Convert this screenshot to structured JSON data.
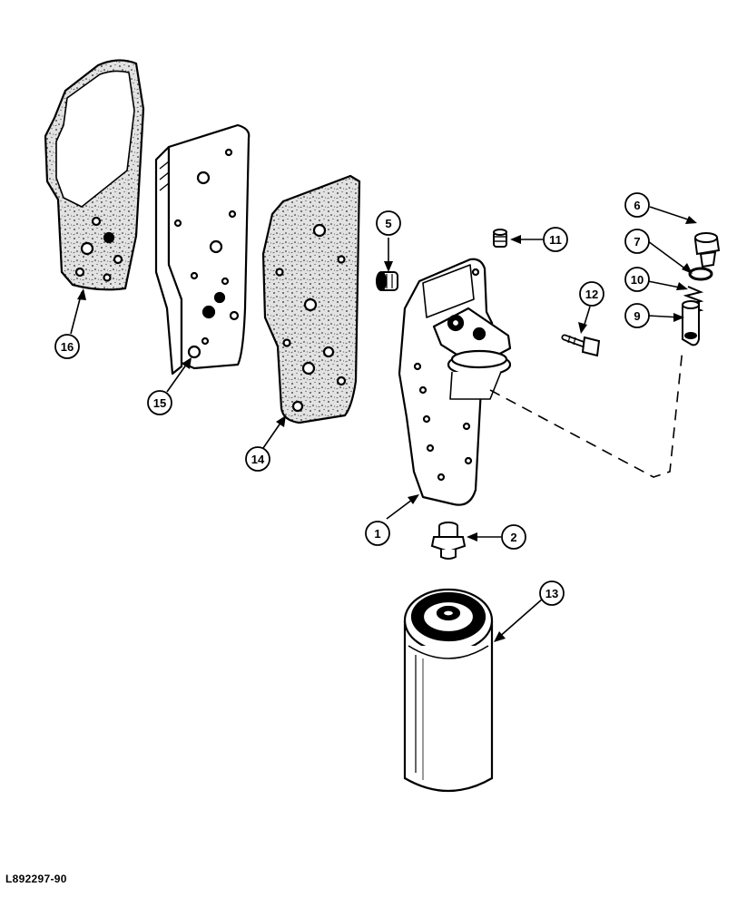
{
  "figure_id": "L892297-90",
  "callouts": [
    "1",
    "2",
    "5",
    "6",
    "7",
    "9",
    "10",
    "11",
    "12",
    "13",
    "14",
    "15",
    "16"
  ],
  "colors": {
    "ink": "#000000",
    "paper": "#ffffff",
    "gasket_fill": "#d8d8d8"
  }
}
